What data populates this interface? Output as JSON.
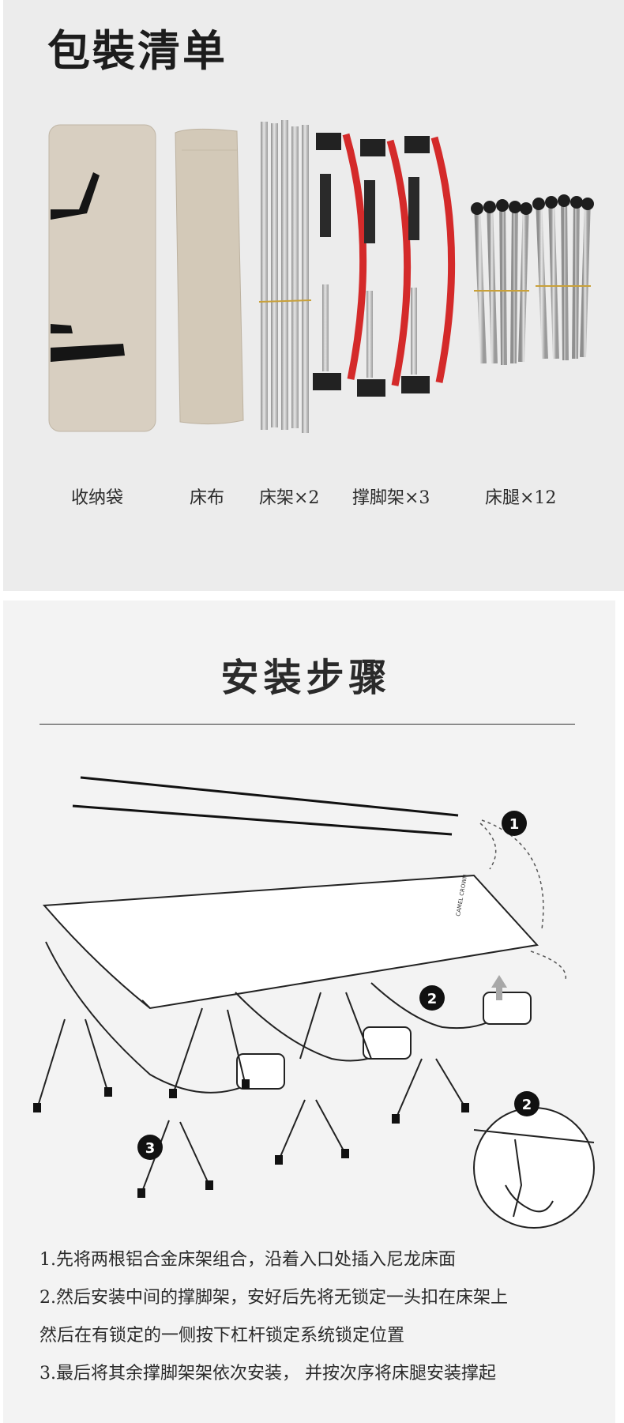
{
  "packing": {
    "title": "包裝清单",
    "items": [
      {
        "label": "收纳袋"
      },
      {
        "label": "床布"
      },
      {
        "label": "床架×2"
      },
      {
        "label": "撑脚架×3"
      },
      {
        "label": "床腿×12"
      }
    ]
  },
  "steps_section": {
    "title": "安装步骤",
    "callouts": [
      "1",
      "2",
      "2",
      "3"
    ],
    "brand_logo_text": "CAMEL CROWN",
    "instructions": [
      "1.先将两根铝合金床架组合，沿着入口处插入尼龙床面",
      "2.然后安装中间的撑脚架，安好后先将无锁定一头扣在床架上",
      "然后在有锁定的一侧按下杠杆锁定系统锁定位置",
      "3.最后将其余撑脚架架依次安装，  并按次序将床腿安装撑起"
    ]
  },
  "colors": {
    "panel_top": "#ececec",
    "panel_bottom": "#f3f3f3",
    "fabric": "#d8cfc1",
    "frame_red": "#d42a2a",
    "metal": "#b9b9b9"
  }
}
